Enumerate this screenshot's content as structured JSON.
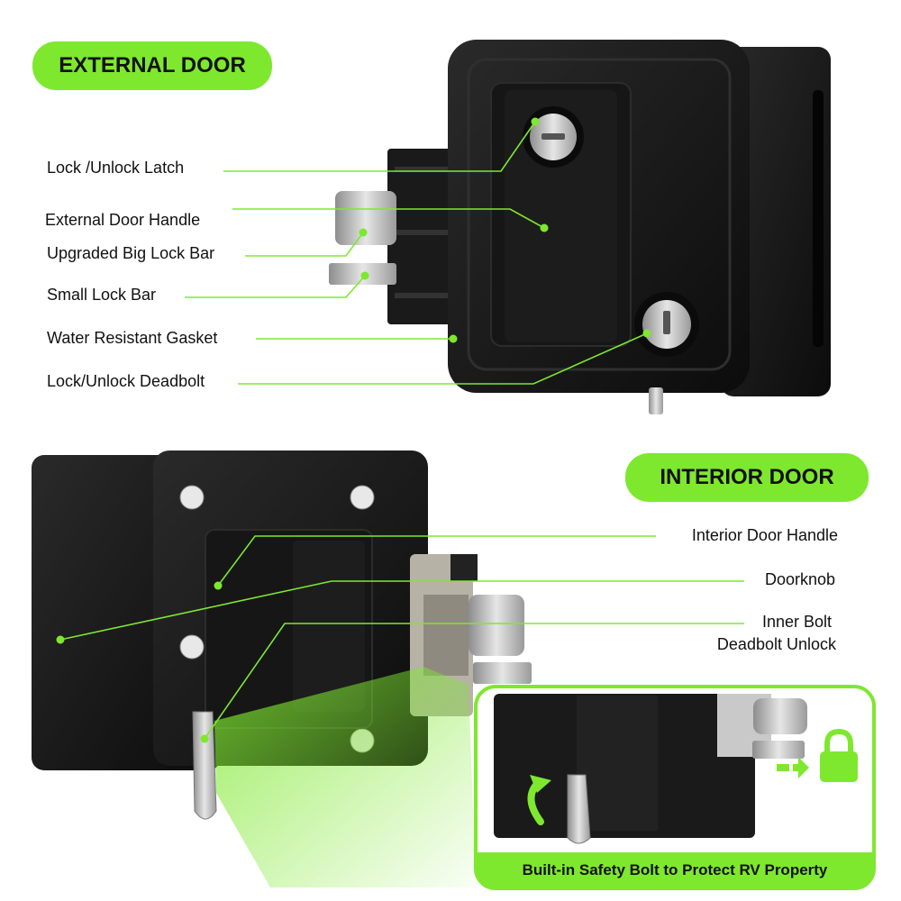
{
  "headings": {
    "external": "EXTERNAL DOOR",
    "interior": "INTERIOR DOOR"
  },
  "external_labels": [
    "Lock /Unlock Latch",
    "External Door Handle",
    "Upgraded Big Lock Bar",
    "Small Lock Bar",
    "Water Resistant Gasket",
    "Lock/Unlock Deadbolt"
  ],
  "interior_labels": [
    "Interior Door Handle",
    "Doorknob",
    "Inner Bolt",
    "Deadbolt Unlock"
  ],
  "inset_caption": "Built-in Safety Bolt to Protect RV Property",
  "colors": {
    "accent": "#7ee82f",
    "body": "#141414"
  }
}
